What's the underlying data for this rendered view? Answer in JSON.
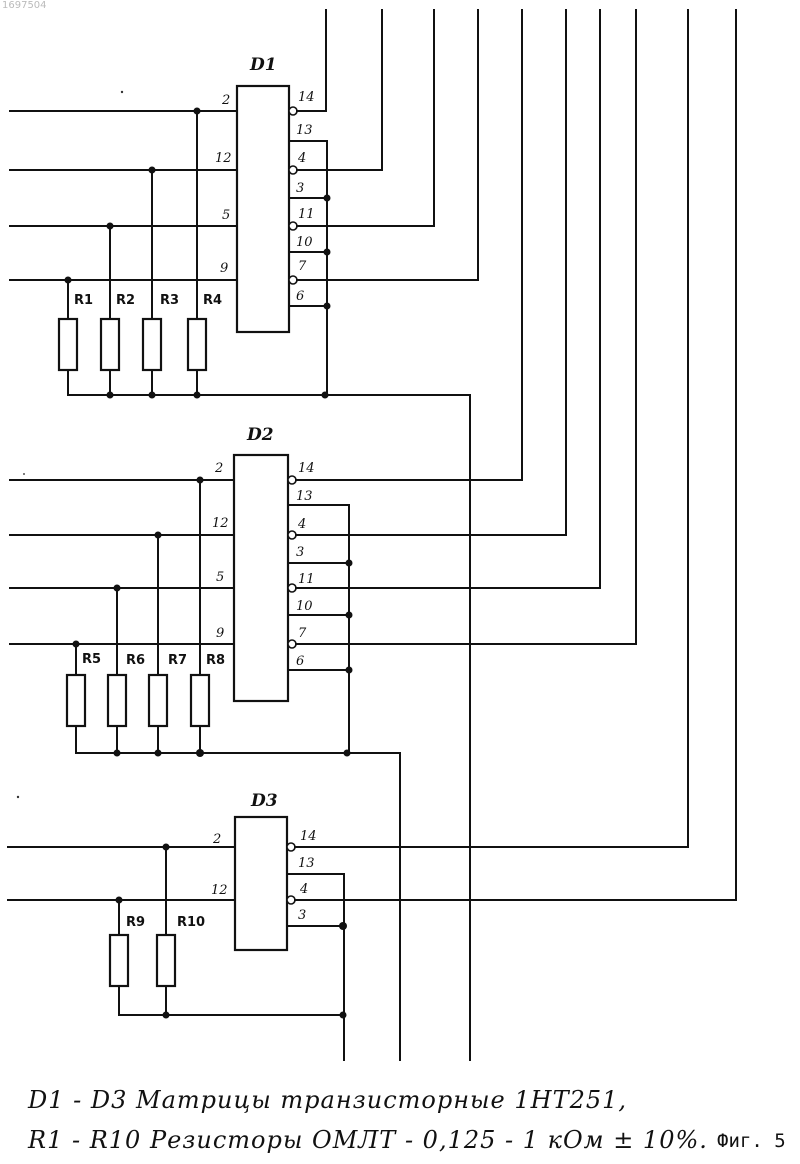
{
  "doc_number": "1697504",
  "chips": [
    {
      "id": "D1",
      "inputs": [
        "2",
        "12",
        "5",
        "9"
      ],
      "outputs": [
        "14",
        "13",
        "4",
        "3",
        "11",
        "10",
        "7",
        "6"
      ]
    },
    {
      "id": "D2",
      "inputs": [
        "2",
        "12",
        "5",
        "9"
      ],
      "outputs": [
        "14",
        "13",
        "4",
        "3",
        "11",
        "10",
        "7",
        "6"
      ]
    },
    {
      "id": "D3",
      "inputs": [
        "2",
        "12"
      ],
      "outputs": [
        "14",
        "13",
        "4",
        "3"
      ]
    }
  ],
  "resistors": [
    "R1",
    "R2",
    "R3",
    "R4",
    "R5",
    "R6",
    "R7",
    "R8",
    "R9",
    "R10"
  ],
  "caption": {
    "line1": "D1 - D3  Матрицы транзисторные  1HT251,",
    "line2": "R1 - R10  Резисторы  ОМЛТ - 0,125 - 1 кОм ± 10%."
  },
  "figure_label": "Фиг. 5"
}
